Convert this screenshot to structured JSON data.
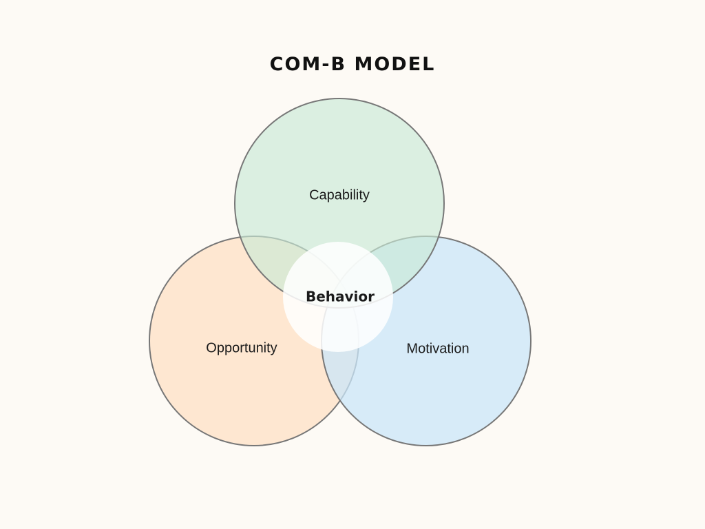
{
  "title": "COM-B MODEL",
  "diagram": {
    "capability": {
      "label": "Capability",
      "color": "#c9e9d6"
    },
    "opportunity": {
      "label": "Opportunity",
      "color": "#fde0c4"
    },
    "motivation": {
      "label": "Motivation",
      "color": "#c9e5f8"
    },
    "behavior": {
      "label": "Behavior",
      "color": "#ffffff"
    },
    "outline_color": "#777777"
  }
}
